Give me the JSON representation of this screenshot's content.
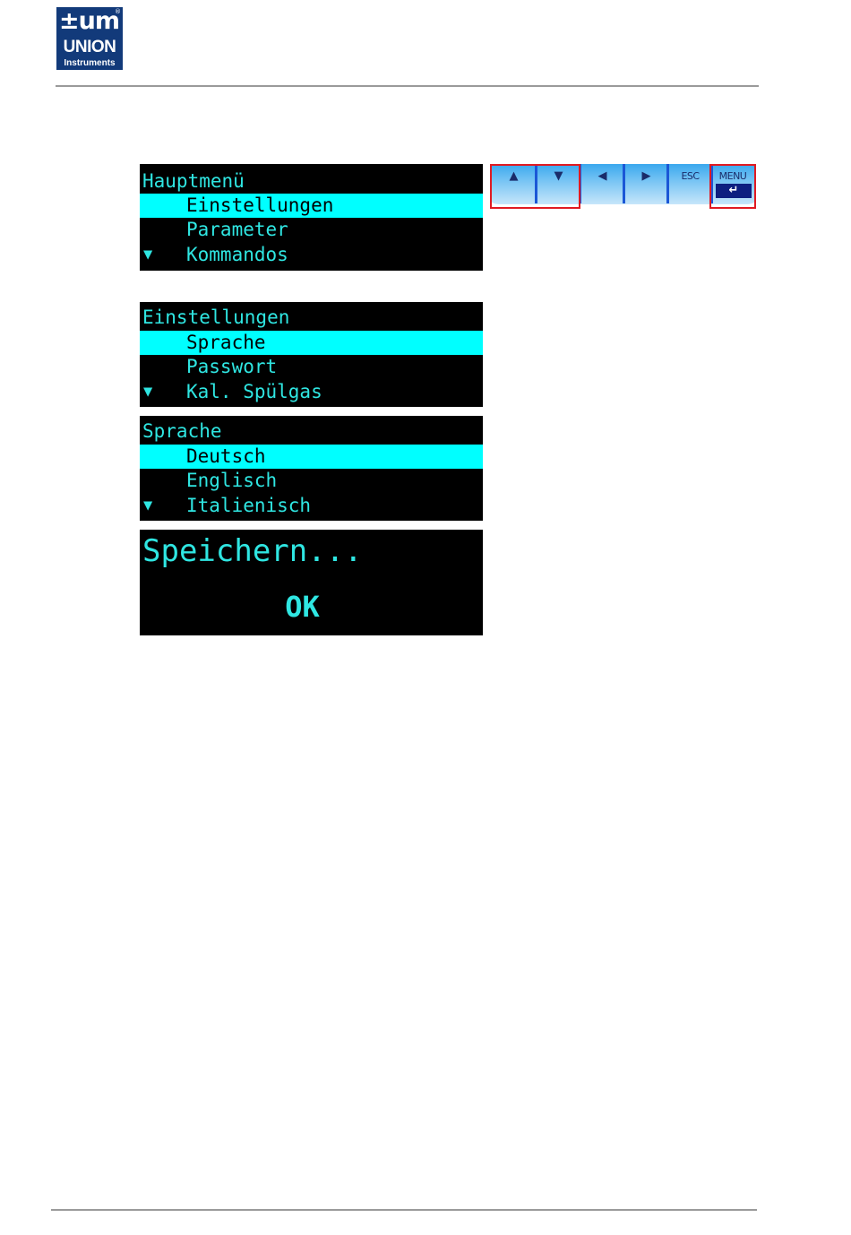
{
  "header": {
    "logo_mark": "±um",
    "logo_registered": "®",
    "logo_name": "UNION",
    "logo_sub": "Instruments"
  },
  "screens": [
    {
      "title": "Hauptmenü",
      "items": [
        "Einstellungen",
        "Parameter",
        "Kommandos"
      ],
      "selected_index": 0,
      "more_indicator": "▼"
    },
    {
      "title": "Einstellungen",
      "items": [
        "Sprache",
        "Passwort",
        "Kal. Spülgas"
      ],
      "selected_index": 0,
      "more_indicator": "▼"
    },
    {
      "title": "Sprache",
      "items": [
        "Deutsch",
        "Englisch",
        "Italienisch"
      ],
      "selected_index": 0,
      "more_indicator": "▼"
    }
  ],
  "save_screen": {
    "message": "Speichern...",
    "status": "OK"
  },
  "keypad": {
    "up": "▲",
    "down": "▼",
    "left": "◀",
    "right": "▶",
    "esc": "ESC",
    "menu": "MENU",
    "enter": "↵"
  },
  "colors": {
    "lcd_background": "#000000",
    "lcd_text": "#2fe6e2",
    "lcd_selection": "#00ffff",
    "keypad_blue": "#3aa8ee",
    "highlight_red": "#e01a22",
    "logo_blue": "#123a7a"
  }
}
